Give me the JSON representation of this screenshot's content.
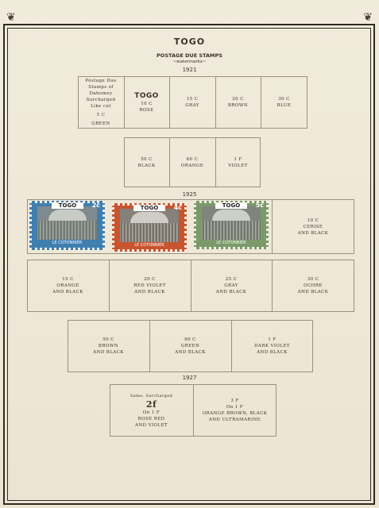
{
  "header": {
    "country": "TOGO",
    "subtitle": "POSTAGE DUE STAMPS",
    "note": "~watermarks~"
  },
  "year_1921": {
    "year": "1921",
    "intro": [
      "Postage Due",
      "Stamps of",
      "Dahomey",
      "Surcharged",
      "Like cut",
      "5 C",
      "GREEN"
    ],
    "overprint": "TOGO",
    "row1": [
      {
        "value": "10 C",
        "color": "ROSE"
      },
      {
        "value": "15 C",
        "color": "GRAY"
      },
      {
        "value": "20 C",
        "color": "BROWN"
      },
      {
        "value": "30 C",
        "color": "BLUE"
      }
    ],
    "row2": [
      {
        "value": "50 C",
        "color": "BLACK"
      },
      {
        "value": "60 C",
        "color": "ORANGE"
      },
      {
        "value": "1 F",
        "color": "VIOLET"
      }
    ]
  },
  "year_1925": {
    "year": "1925",
    "stamps": [
      {
        "top": "TOGO",
        "value": "2c",
        "bottom": "LE COTONNIER"
      },
      {
        "top": "TOGO",
        "value": "4c",
        "bottom": "LE COTONNIER"
      },
      {
        "top": "TOGO",
        "value": "5c",
        "bottom": "LE COTONNIER"
      }
    ],
    "cell_10c": {
      "value": "10 C",
      "color1": "CERISE",
      "color2": "AND BLACK"
    },
    "row2": [
      {
        "value": "15 C",
        "color1": "ORANGE",
        "color2": "AND BLACK"
      },
      {
        "value": "20 C",
        "color1": "RED VIOLET",
        "color2": "AND BLACK"
      },
      {
        "value": "25 C",
        "color1": "GRAY",
        "color2": "AND BLACK"
      },
      {
        "value": "30 C",
        "color1": "OCHRE",
        "color2": "AND BLACK"
      }
    ],
    "row3": [
      {
        "value": "50 C",
        "color1": "BROWN",
        "color2": "AND BLACK"
      },
      {
        "value": "60 C",
        "color1": "GREEN",
        "color2": "AND BLACK"
      },
      {
        "value": "1 F",
        "color1": "DARK VIOLET",
        "color2": "AND BLACK"
      }
    ]
  },
  "year_1927": {
    "year": "1927",
    "left": {
      "note": "Same, Surcharged",
      "surcharge": "2f",
      "line1": "On 1 F",
      "line2": "ROSE RED",
      "line3": "AND VIOLET"
    },
    "right": {
      "value": "3 F",
      "line1": "On 1 F",
      "line2": "ORANGE BROWN, BLACK",
      "line3": "AND ULTRAMARINE"
    }
  },
  "stamp_colors": [
    "#3f7fb0",
    "#c8552f",
    "#7a9a6a"
  ]
}
